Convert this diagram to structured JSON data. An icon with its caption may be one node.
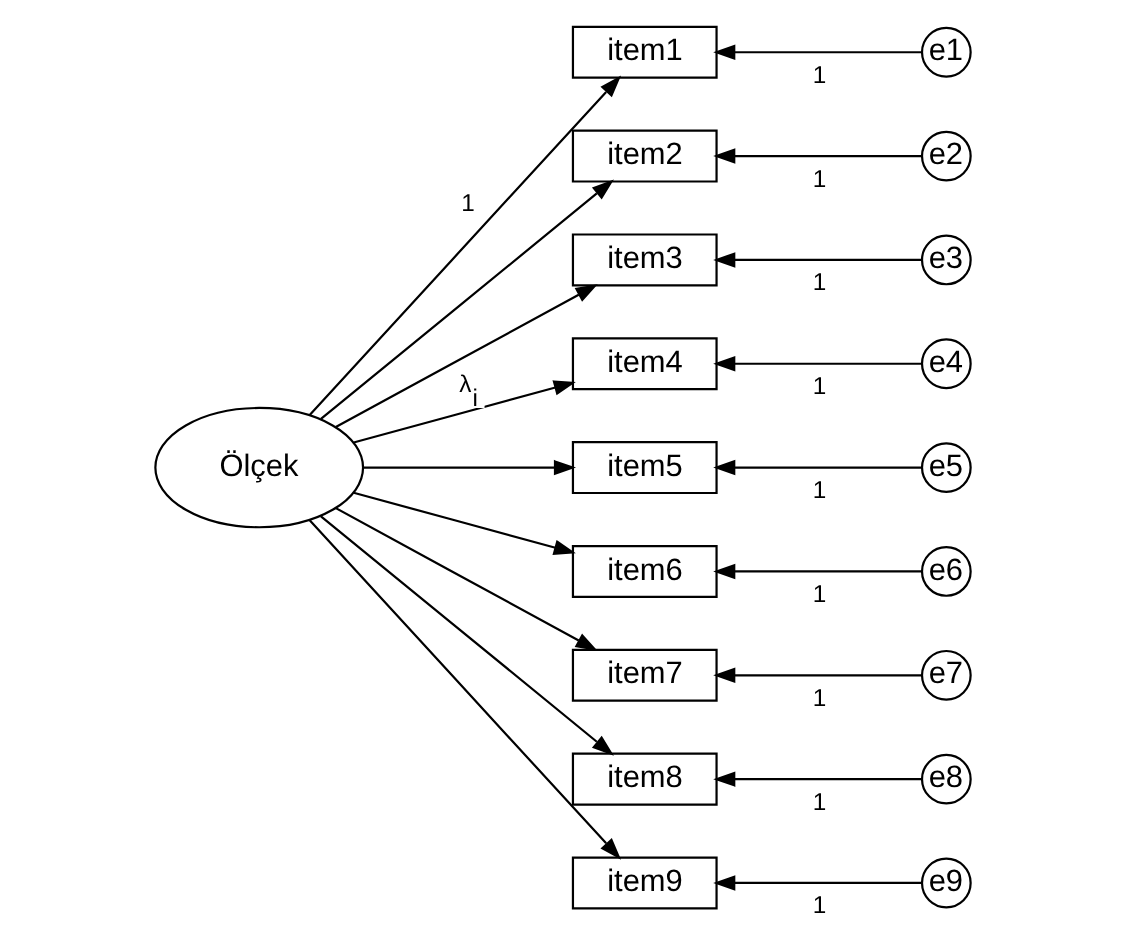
{
  "diagram": {
    "nodes": [
      {
        "text": [
          "Ölçek"
        ]
      },
      {
        "text": [
          "item1"
        ]
      },
      {
        "text": [
          "item2"
        ]
      },
      {
        "text": [
          "item3"
        ]
      },
      {
        "text": [
          "item4"
        ]
      },
      {
        "text": [
          "item5"
        ]
      },
      {
        "text": [
          "item6"
        ]
      },
      {
        "text": [
          "item7"
        ]
      },
      {
        "text": [
          "item8"
        ]
      },
      {
        "text": [
          "item9"
        ]
      },
      {
        "text": [
          "e1"
        ]
      },
      {
        "text": [
          "e2"
        ]
      },
      {
        "text": [
          "e3"
        ]
      },
      {
        "text": [
          "e4"
        ]
      },
      {
        "text": [
          "e5"
        ]
      },
      {
        "text": [
          "e6"
        ]
      },
      {
        "text": [
          "e7"
        ]
      },
      {
        "text": [
          "e8"
        ]
      },
      {
        "text": [
          "e9"
        ]
      }
    ],
    "edges": [
      {
        "from": 0,
        "to": 1,
        "arrow": "to",
        "label": "1"
      },
      {
        "from": 0,
        "to": 2,
        "arrow": "to"
      },
      {
        "from": 0,
        "to": 3,
        "arrow": "to"
      },
      {
        "from": 0,
        "to": 4,
        "arrow": "to",
        "label": "λ$_{i}$"
      },
      {
        "from": 0,
        "to": 5,
        "arrow": "to"
      },
      {
        "from": 0,
        "to": 6,
        "arrow": "to"
      },
      {
        "from": 0,
        "to": 7,
        "arrow": "to"
      },
      {
        "from": 0,
        "to": 8,
        "arrow": "to"
      },
      {
        "from": 0,
        "to": 9,
        "arrow": "to"
      },
      {
        "from": 10,
        "to": 1,
        "arrow": "to",
        "label": "1"
      },
      {
        "from": 11,
        "to": 2,
        "arrow": "to",
        "label": "1"
      },
      {
        "from": 12,
        "to": 3,
        "arrow": "to",
        "label": "1"
      },
      {
        "from": 13,
        "to": 4,
        "arrow": "to",
        "label": "1"
      },
      {
        "from": 14,
        "to": 5,
        "arrow": "to",
        "label": "1"
      },
      {
        "from": 15,
        "to": 6,
        "arrow": "to",
        "label": "1"
      },
      {
        "from": 16,
        "to": 7,
        "arrow": "to",
        "label": "1"
      },
      {
        "from": 17,
        "to": 8,
        "arrow": "to",
        "label": "1"
      },
      {
        "from": 18,
        "to": 9,
        "arrow": "to",
        "label": "1"
      }
    ]
  }
}
